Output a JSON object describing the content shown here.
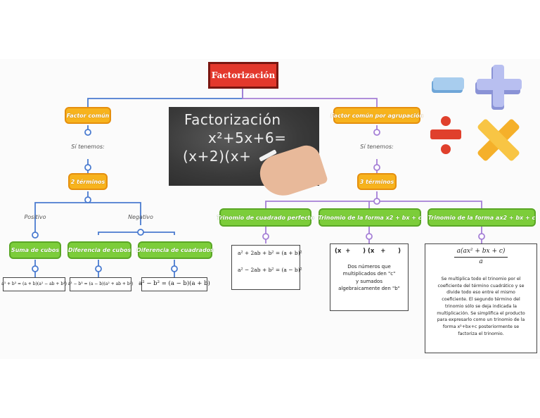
{
  "title": "Factorización",
  "board": {
    "line1": "Factorización",
    "line2": "x²+5x+6=",
    "line3": "(x+2)(x+"
  },
  "left": {
    "node": "Factor común",
    "connector": "Sí tenemos:",
    "terms": "2 términos",
    "positive_label": "Positivo",
    "negative_label": "Negativo",
    "leaves": [
      "Suma de cubos",
      "Diferencia de cubos",
      "Diferencia de cuadrados"
    ],
    "formulas": [
      "a³ + b³ = (a + b)(a² − ab + b²)",
      "a³ − b³ = (a − b)(a² + ab + b²)",
      "a² − b² = (a − b)(a + b)"
    ]
  },
  "right": {
    "node": "Factor común por agrupación",
    "connector": "Sí tenemos:",
    "terms": "3 términos",
    "leaves": [
      "Trinomio de cuadrado perfecto",
      "Trinomio de la forma x2 + bx + c",
      "Trinomio de la forma ax2 + bx + c"
    ],
    "perfect_square": [
      "a² + 2ab + b² = (a + b)²",
      "a² − 2ab + b² = (a − b)²"
    ],
    "form1_pattern": "(x  +      ) (x   +      )",
    "form1_text": [
      "Dos números que",
      "multiplicados den \"c\"",
      "y sumados",
      "algebraicamente den \"b\""
    ],
    "form2_numerator": "a(ax² + bx + c)",
    "form2_denominator": "a",
    "form2_text": [
      "Se multiplica todo el trinomio por el",
      "coeficiente del término cuadrático y se",
      "divide todo eso entre el mismo",
      "coeficiente. El segundo término del",
      "trinomio sólo se deja indicada la",
      "multiplicación. Se simplifica el producto",
      "para expresarlo como un trinomio de la",
      "forma x²+bx+c posteriormente se",
      "factoriza el trinomio."
    ]
  },
  "colors": {
    "title": "#e3382c",
    "orange": "#f7b31d",
    "green": "#7ccd3a",
    "blue_link": "#4a7bd0",
    "purple_link": "#a57fd6"
  },
  "icons": [
    "minus-icon",
    "plus-icon",
    "divide-icon",
    "multiply-icon"
  ]
}
